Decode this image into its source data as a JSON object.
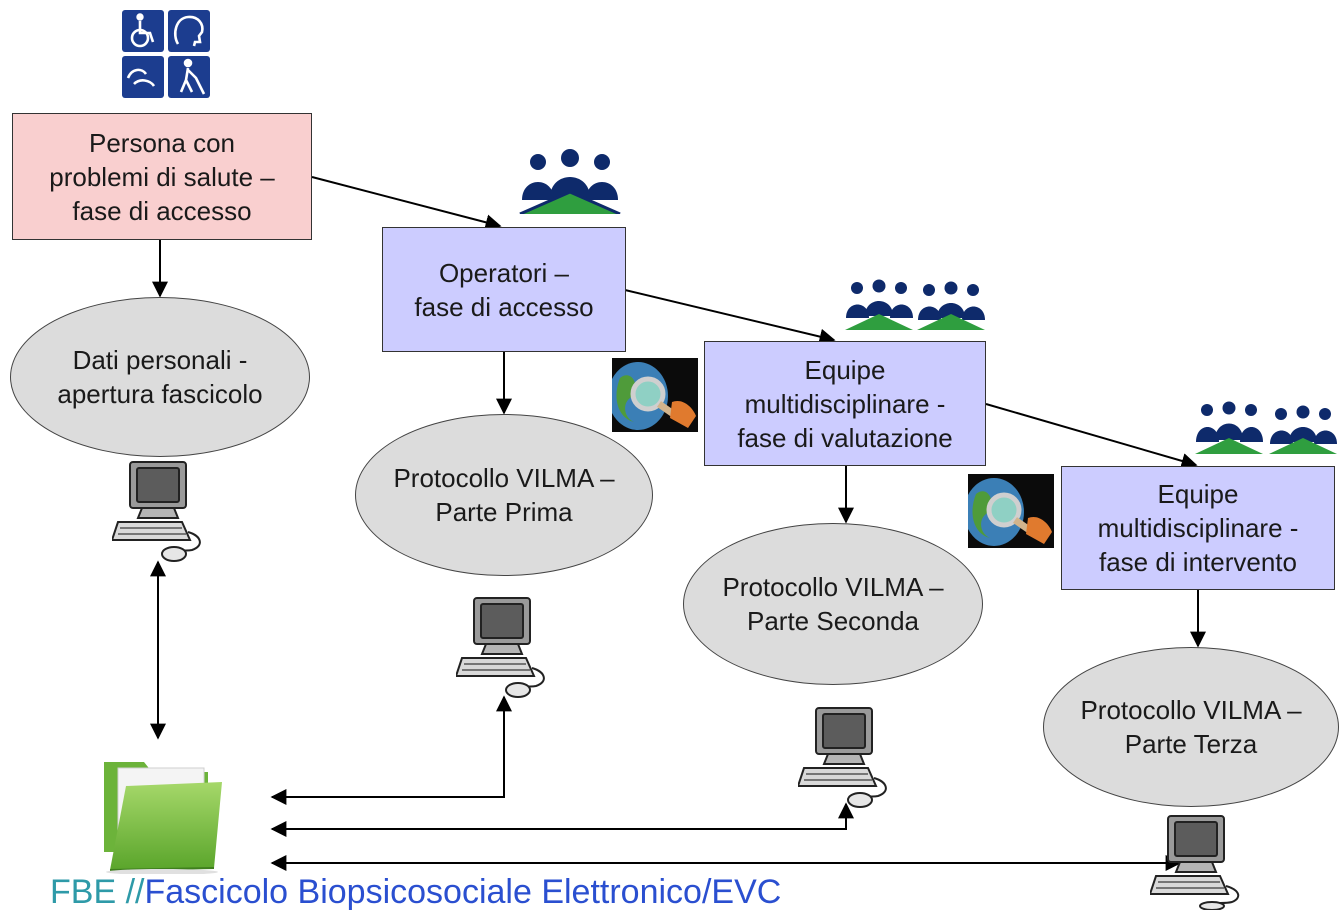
{
  "nodes": {
    "persona": "Persona con\nproblemi di salute –\nfase di accesso",
    "operatori": "Operatori –\nfase di accesso",
    "equipe_valutazione": "Equipe\nmultidisciplinare -\nfase di valutazione",
    "equipe_intervento": "Equipe\nmultidisciplinare -\nfase di intervento",
    "dati_personali": "Dati personali -\napertura fascicolo",
    "vilma_prima": "Protocollo VILMA –\nParte Prima",
    "vilma_seconda": "Protocollo VILMA –\nParte Seconda",
    "vilma_terza": "Protocollo VILMA –\nParte Terza"
  },
  "footer": {
    "prefix": "FBE //",
    "text": "Fascicolo Biopsicosociale Elettronico/EVC"
  },
  "icons": {
    "accessibility": "accessibility-symbols-icon",
    "team": "team-meeting-icon",
    "magnifier": "magnifier-globe-icon",
    "computer": "computer-icon",
    "folder": "folder-icon"
  },
  "colors": {
    "pink_box": "#f9cfcf",
    "blue_box": "#ccccff",
    "ellipse": "#dcdcdc",
    "team_navy": "#0e2a6b",
    "folder_green": "#7dc242",
    "footer_text": "#2a4fd0"
  }
}
